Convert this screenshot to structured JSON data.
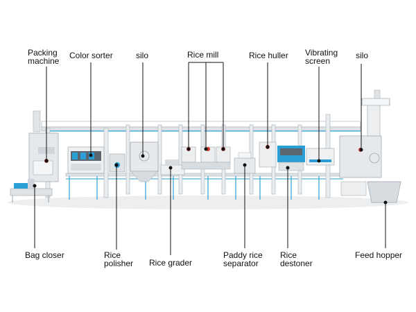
{
  "labels": {
    "packing_machine": "Packing\nmachine",
    "color_sorter": "Color sorter",
    "silo_left": "silo",
    "rice_mill": "Rice mill",
    "rice_huller": "Rice huller",
    "vibrating_screen": "Vibrating\nscreen",
    "silo_right": "silo",
    "bag_closer": "Bag closer",
    "rice_polisher": "Rice\npolisher",
    "rice_grader": "Rice grader",
    "paddy_rice_separator": "Paddy rice\nseparator",
    "rice_destoner": "Rice\ndestoner",
    "feed_hopper": "Feed hopper"
  },
  "colors": {
    "leader_line": "#111111",
    "accent_blue": "#2a9fd6",
    "machine_gray": "#e6e9ec",
    "machine_dark": "#9aa3ab"
  }
}
